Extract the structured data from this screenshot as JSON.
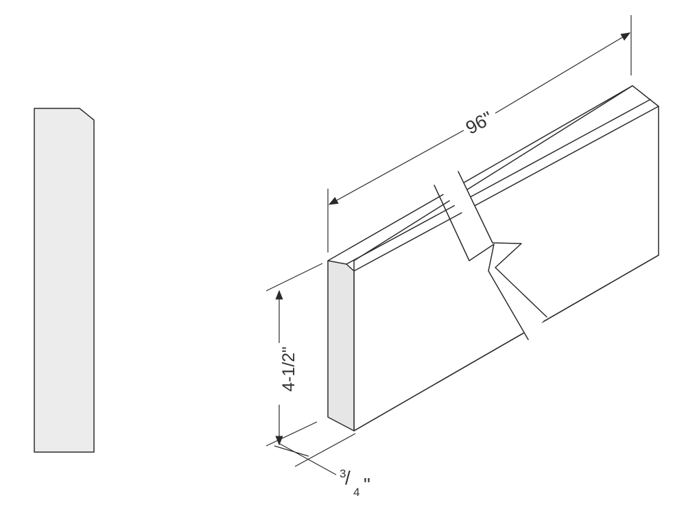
{
  "dimensions": {
    "length": "96\"",
    "height": "4-1/2\"",
    "depth_numerator": "3",
    "depth_slash": "/",
    "depth_denominator": "4",
    "depth_unit": "\""
  },
  "colors": {
    "line": "#2a2a2a",
    "profile_fill": "#ececec",
    "end_face_fill": "#e6e6e6",
    "board_fill": "#ffffff"
  }
}
